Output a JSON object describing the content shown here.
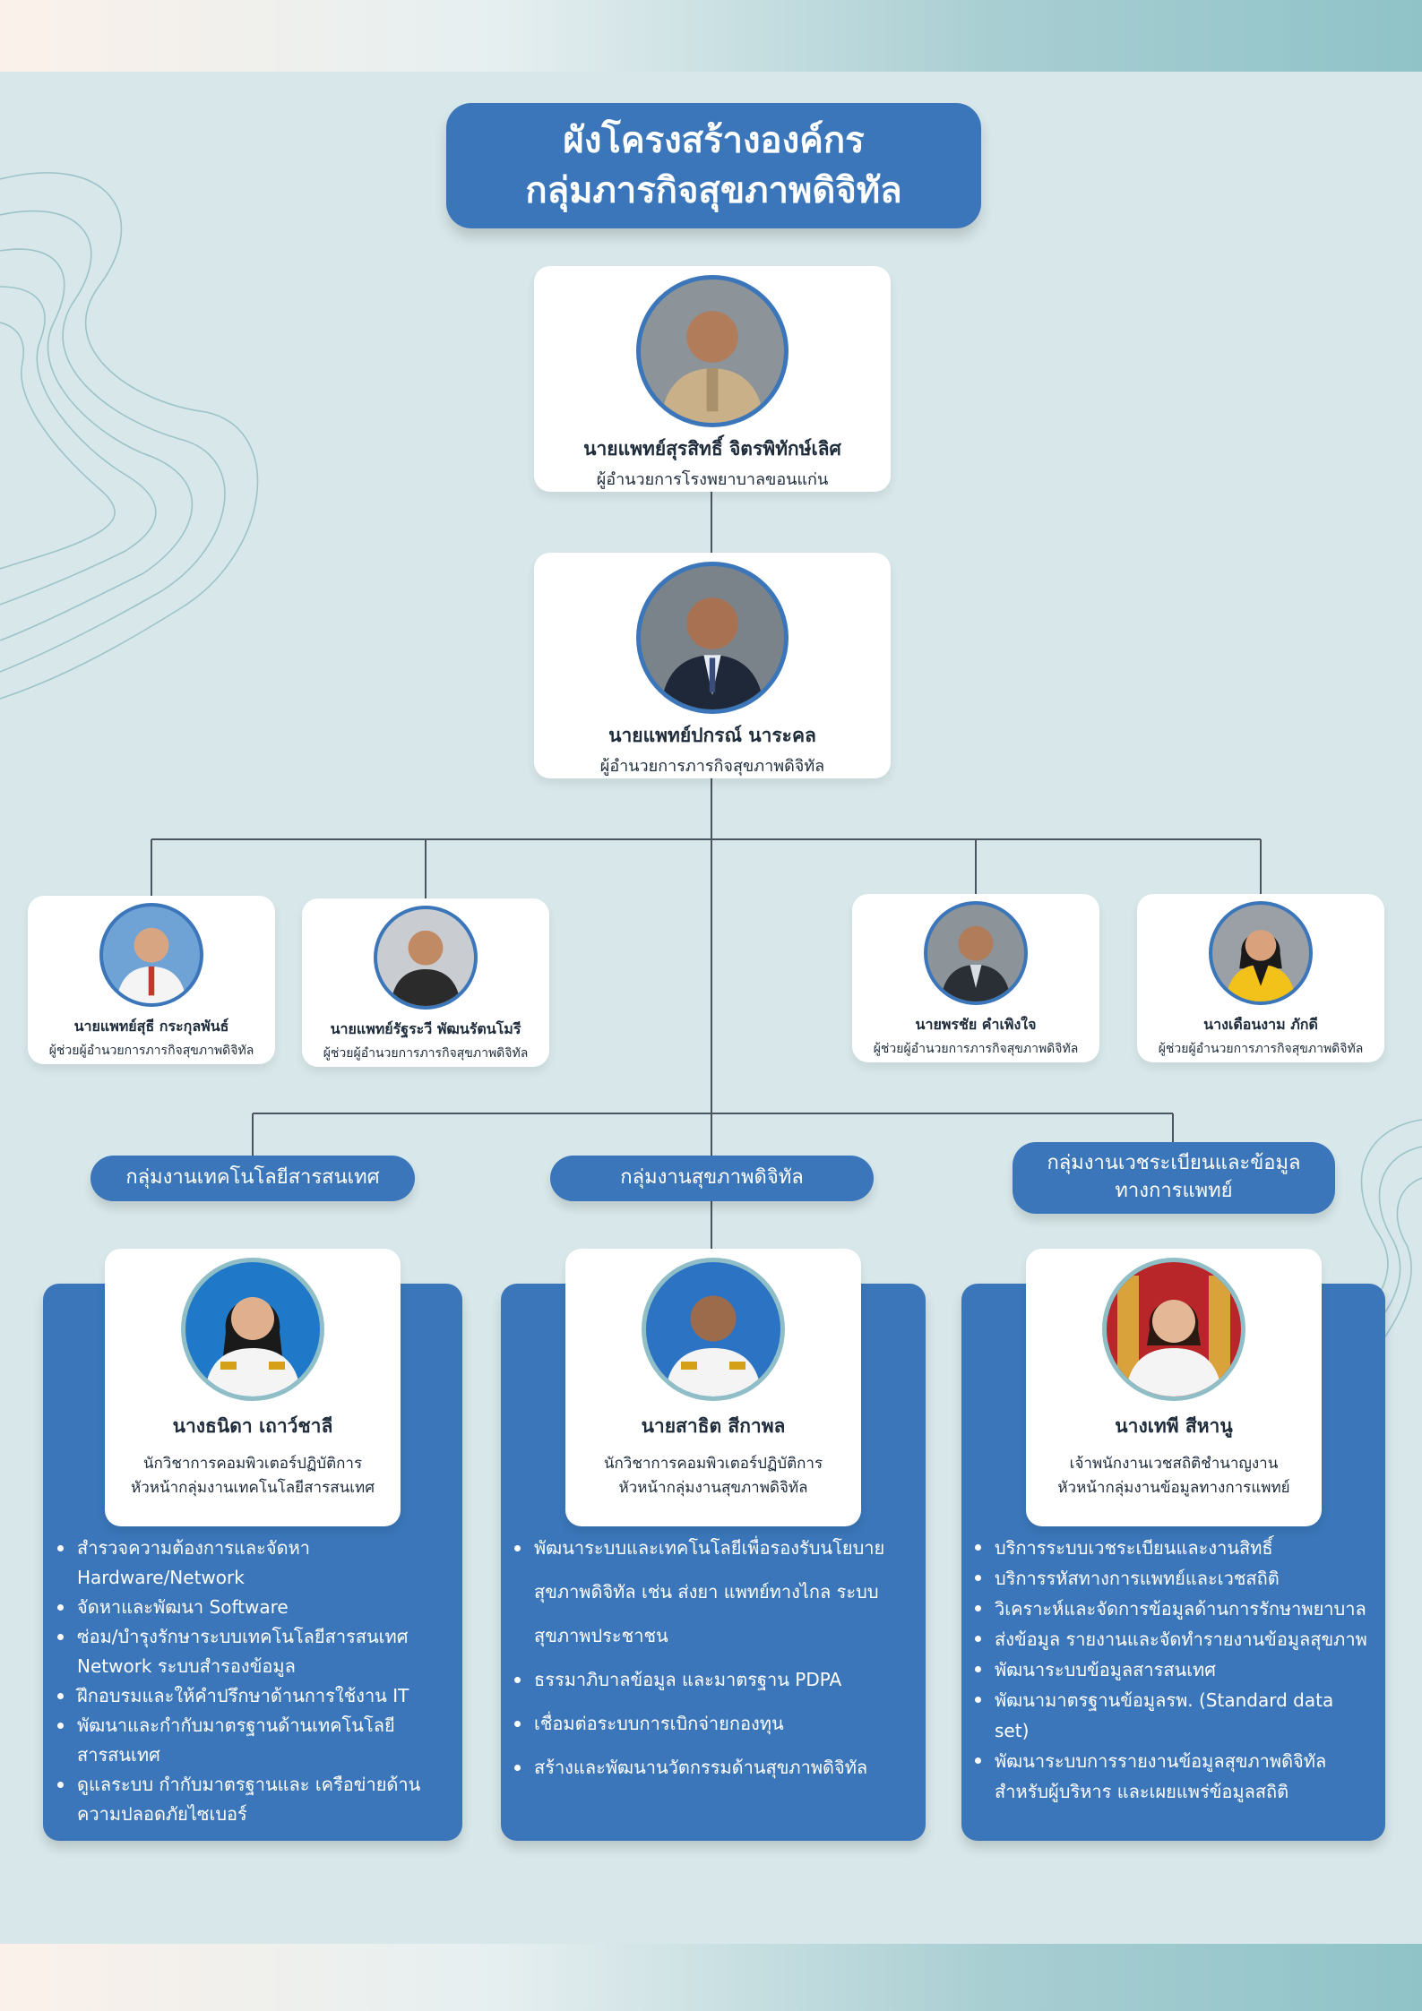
{
  "title": {
    "line1": "ผังโครงสร้างองค์กร",
    "line2": "กลุ่มภารกิจสุขภาพดิจิทัล"
  },
  "director": {
    "name": "นายแพทย์สุรสิทธิ์ จิตรพิทักษ์เลิศ",
    "role": "ผู้อำนวยการโรงพยาบาลขอนแก่น"
  },
  "mission_director": {
    "name": "นายแพทย์ปกรณ์ นาระคล",
    "role": "ผู้อำนวยการภารกิจสุขภาพดิจิทัล"
  },
  "assistants": [
    {
      "name": "นายแพทย์สุธี กระกุลพันธ์",
      "role": "ผู้ช่วยผู้อำนวยการภารกิจสุขภาพดิจิทัล"
    },
    {
      "name": "นายแพทย์รัฐระวี พัฒนรัตนโมรี",
      "role": "ผู้ช่วยผู้อำนวยการภารกิจสุขภาพดิจิทัล"
    },
    {
      "name": "นายพรชัย คำเพิงใจ",
      "role": "ผู้ช่วยผู้อำนวยการภารกิจสุขภาพดิจิทัล"
    },
    {
      "name": "นางเดือนงาม  ภักดี",
      "role": "ผู้ช่วยผู้อำนวยการภารกิจสุขภาพดิจิทัล"
    }
  ],
  "groups": [
    {
      "label": "กลุ่มงานเทคโนโลยีสารสนเทศ",
      "head_name": "นางธนิดา เถาว์ชาลี",
      "head_role1": "นักวิชาการคอมพิวเตอร์ปฏิบัติการ",
      "head_role2": "หัวหน้ากลุ่มงานเทคโนโลยีสารสนเทศ",
      "duties": [
        "สำรวจความต้องการและจัดหา Hardware/Network",
        "จัดหาและพัฒนา Software",
        "ซ่อม/บำรุงรักษาระบบเทคโนโลยีสารสนเทศ Network ระบบสำรองข้อมูล",
        "ฝึกอบรมและให้คำปรึกษาด้านการใช้งาน IT",
        "พัฒนาและกำกับมาตรฐานด้านเทคโนโลยีสารสนเทศ",
        "ดูแลระบบ กำกับมาตรฐานและ เครือข่ายด้านความปลอดภัยไซเบอร์"
      ]
    },
    {
      "label": "กลุ่มงานสุขภาพดิจิทัล",
      "head_name": "นายสาธิต สีกาพล",
      "head_role1": "นักวิชาการคอมพิวเตอร์ปฏิบัติการ",
      "head_role2": "หัวหน้ากลุ่มงานสุขภาพดิจิทัล",
      "duties": [
        "พัฒนาระบบและเทคโนโลยีเพื่อรองรับนโยบายสุขภาพดิจิทัล เช่น ส่งยา แพทย์ทางไกล ระบบสุขภาพประชาชน",
        "ธรรมาภิบาลข้อมูล และมาตรฐาน PDPA",
        "เชื่อมต่อระบบการเบิกจ่ายกองทุน",
        "สร้างและพัฒนานวัตกรรมด้านสุขภาพดิจิทัล"
      ]
    },
    {
      "label": "กลุ่มงานเวชระเบียนและข้อมูลทางการแพทย์",
      "head_name": "นางเทพี  สีหานู",
      "head_role1": "เจ้าพนักงานเวชสถิติชำนาญงาน",
      "head_role2": "หัวหน้ากลุ่มงานข้อมูลทางการแพทย์",
      "duties": [
        "บริการระบบเวชระเบียนและงานสิทธิ์",
        "บริการรหัสทางการแพทย์และเวชสถิติ",
        "วิเคราะห์และจัดการข้อมูลด้านการรักษาพยาบาล",
        "ส่งข้อมูล รายงานและจัดทำรายงานข้อมูลสุขภาพ",
        "พัฒนาระบบข้อมูลสารสนเทศ",
        "พัฒนามาตรฐานข้อมูลรพ. (Standard data set)",
        "พัฒนาระบบการรายงานข้อมูลสุขภาพดิจิทัล สำหรับผู้บริหาร และเผยแพร่ข้อมูลสถิติ"
      ]
    }
  ],
  "colors": {
    "primary": "#3a76b9",
    "background": "#d8e8ea",
    "connector": "#4a5560"
  },
  "icons": [
    "person-photo-icon"
  ]
}
